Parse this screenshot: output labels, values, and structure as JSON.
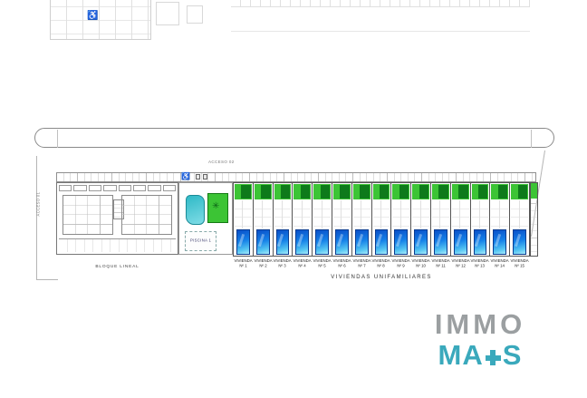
{
  "plan": {
    "acceso_left": "ACCESO 01",
    "acceso_top": "ACCESO 02",
    "bloque_label": "BLOQUE LINEAL",
    "piscina_label": "PISCINA 1",
    "title": "VIVIENDAS UNIFAMILIARES"
  },
  "villas": [
    {
      "line1": "VIVIENDA",
      "line2": "Nº 1"
    },
    {
      "line1": "VIVIENDA",
      "line2": "Nº 2"
    },
    {
      "line1": "VIVIENDA",
      "line2": "Nº 3"
    },
    {
      "line1": "VIVIENDA",
      "line2": "Nº 4"
    },
    {
      "line1": "VIVIENDA",
      "line2": "Nº 5"
    },
    {
      "line1": "VIVIENDA",
      "line2": "Nº 6"
    },
    {
      "line1": "VIVIENDA",
      "line2": "Nº 7"
    },
    {
      "line1": "VIVIENDA",
      "line2": "Nº 8"
    },
    {
      "line1": "VIVIENDA",
      "line2": "Nº 9"
    },
    {
      "line1": "VIVIENDA",
      "line2": "Nº 10"
    },
    {
      "line1": "VIVIENDA",
      "line2": "Nº 11"
    },
    {
      "line1": "VIVIENDA",
      "line2": "Nº 12"
    },
    {
      "line1": "VIVIENDA",
      "line2": "Nº 13"
    },
    {
      "line1": "VIVIENDA",
      "line2": "Nº 14"
    },
    {
      "line1": "VIVIENDA",
      "line2": "Nº 15"
    }
  ],
  "logo": {
    "line1": "IMMO",
    "mas_left": "MA",
    "mas_right": "S"
  },
  "icons": {
    "wheelchair": "♿",
    "tree": "✳"
  },
  "colors": {
    "roof_green": "#3cc435",
    "roof_green_dark": "#0e7a1b",
    "pool_blue_dark": "#0a50c8",
    "pool_blue": "#1480e8",
    "pool_blue_light": "#56c6f2",
    "pool_teal": "#2fb9c6",
    "logo_gray": "#9b9fa1",
    "logo_teal": "#3aa9bc"
  }
}
